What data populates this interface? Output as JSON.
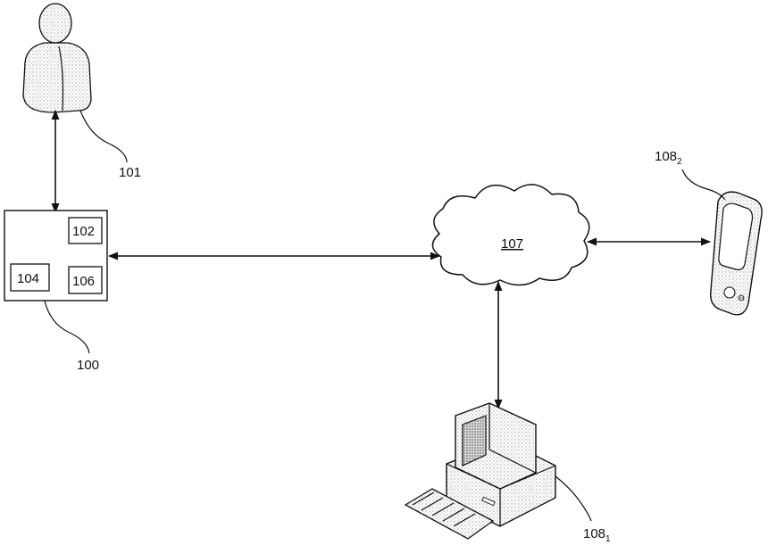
{
  "figure": {
    "user": {
      "label": "101"
    },
    "device": {
      "label": "100",
      "components": [
        {
          "label": "102"
        },
        {
          "label": "104"
        },
        {
          "label": "106"
        }
      ]
    },
    "network": {
      "label": "107"
    },
    "mobile": {
      "label_base": "108",
      "label_sub": "2"
    },
    "computer": {
      "label_base": "108",
      "label_sub": "1"
    }
  }
}
